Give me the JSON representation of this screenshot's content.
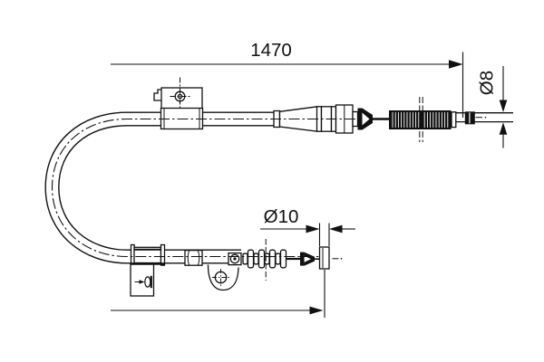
{
  "drawing": {
    "labels": {
      "overall_length": "1470",
      "diameter_8": "Ø8",
      "diameter_10": "Ø10"
    },
    "line_color": "#111111",
    "background_color": "#ffffff"
  }
}
